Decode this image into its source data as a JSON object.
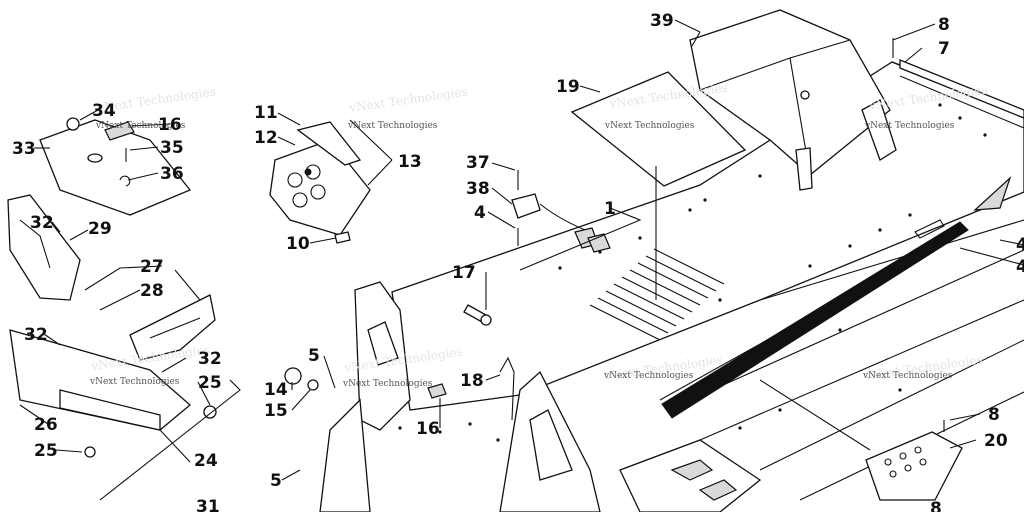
{
  "watermark": "vNext Technologies",
  "callouts": [
    {
      "id": "c34",
      "label": "34"
    },
    {
      "id": "c16a",
      "label": "16"
    },
    {
      "id": "c33",
      "label": "33"
    },
    {
      "id": "c35",
      "label": "35"
    },
    {
      "id": "c36",
      "label": "36"
    },
    {
      "id": "c32a",
      "label": "32"
    },
    {
      "id": "c29",
      "label": "29"
    },
    {
      "id": "c27",
      "label": "27"
    },
    {
      "id": "c28",
      "label": "28"
    },
    {
      "id": "c32b",
      "label": "32"
    },
    {
      "id": "c32c",
      "label": "32"
    },
    {
      "id": "c25a",
      "label": "25"
    },
    {
      "id": "c26",
      "label": "26"
    },
    {
      "id": "c25b",
      "label": "25"
    },
    {
      "id": "c24",
      "label": "24"
    },
    {
      "id": "c31",
      "label": "31"
    },
    {
      "id": "c11",
      "label": "11"
    },
    {
      "id": "c12",
      "label": "12"
    },
    {
      "id": "c13",
      "label": "13"
    },
    {
      "id": "c10",
      "label": "10"
    },
    {
      "id": "c14",
      "label": "14"
    },
    {
      "id": "c15",
      "label": "15"
    },
    {
      "id": "c5a",
      "label": "5"
    },
    {
      "id": "c5b",
      "label": "5"
    },
    {
      "id": "c16b",
      "label": "16"
    },
    {
      "id": "c17",
      "label": "17"
    },
    {
      "id": "c18",
      "label": "18"
    },
    {
      "id": "c37",
      "label": "37"
    },
    {
      "id": "c38",
      "label": "38"
    },
    {
      "id": "c4a",
      "label": "4"
    },
    {
      "id": "c1",
      "label": "1"
    },
    {
      "id": "c19",
      "label": "19"
    },
    {
      "id": "c39",
      "label": "39"
    },
    {
      "id": "c8a",
      "label": "8"
    },
    {
      "id": "c7",
      "label": "7"
    },
    {
      "id": "c4b",
      "label": "4"
    },
    {
      "id": "c4c",
      "label": "4"
    },
    {
      "id": "c8b",
      "label": "8"
    },
    {
      "id": "c20",
      "label": "20"
    },
    {
      "id": "c8c",
      "label": "8"
    }
  ]
}
